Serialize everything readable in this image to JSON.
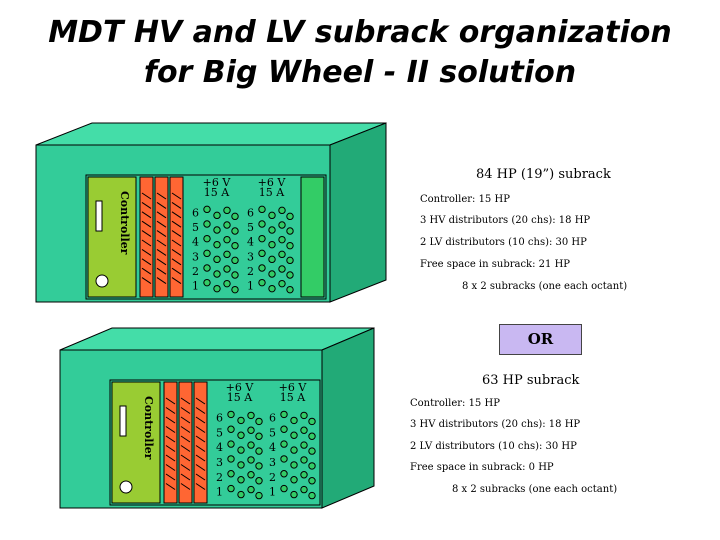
{
  "title": {
    "line1": "MDT HV and LV subrack organization",
    "line2": "for  Big Wheel - II solution"
  },
  "colors": {
    "crate_front": "#33cc99",
    "crate_top": "#44dda8",
    "crate_side": "#22aa77",
    "controller": "#99cc33",
    "hv_module": "#ff6633",
    "lv_module": "#33cc66",
    "or_box": "#c9b8f2"
  },
  "subrack_84": {
    "heading": "84 HP (19”) subrack",
    "controller_label": "Controller",
    "lv_header": "+6 V\n15 A",
    "channels": [
      "6",
      "5",
      "4",
      "3",
      "2",
      "1"
    ],
    "lines": [
      "Controller: 15 HP",
      "3 HV distributors (20 chs): 18 HP",
      "2 LV distributors (10 chs): 30 HP",
      "Free space in subrack: 21 HP",
      "8 x 2 subracks (one each octant)"
    ]
  },
  "or_label": "OR",
  "subrack_63": {
    "heading": "63 HP subrack",
    "controller_label": "Controller",
    "lv_header": "+6 V\n15 A",
    "channels": [
      "6",
      "5",
      "4",
      "3",
      "2",
      "1"
    ],
    "lines": [
      "Controller: 15 HP",
      "3 HV distributors (20 chs): 18 HP",
      "2 LV distributors (10 chs): 30 HP",
      "Free space in subrack: 0 HP",
      "8 x 2 subracks (one each octant)"
    ]
  }
}
